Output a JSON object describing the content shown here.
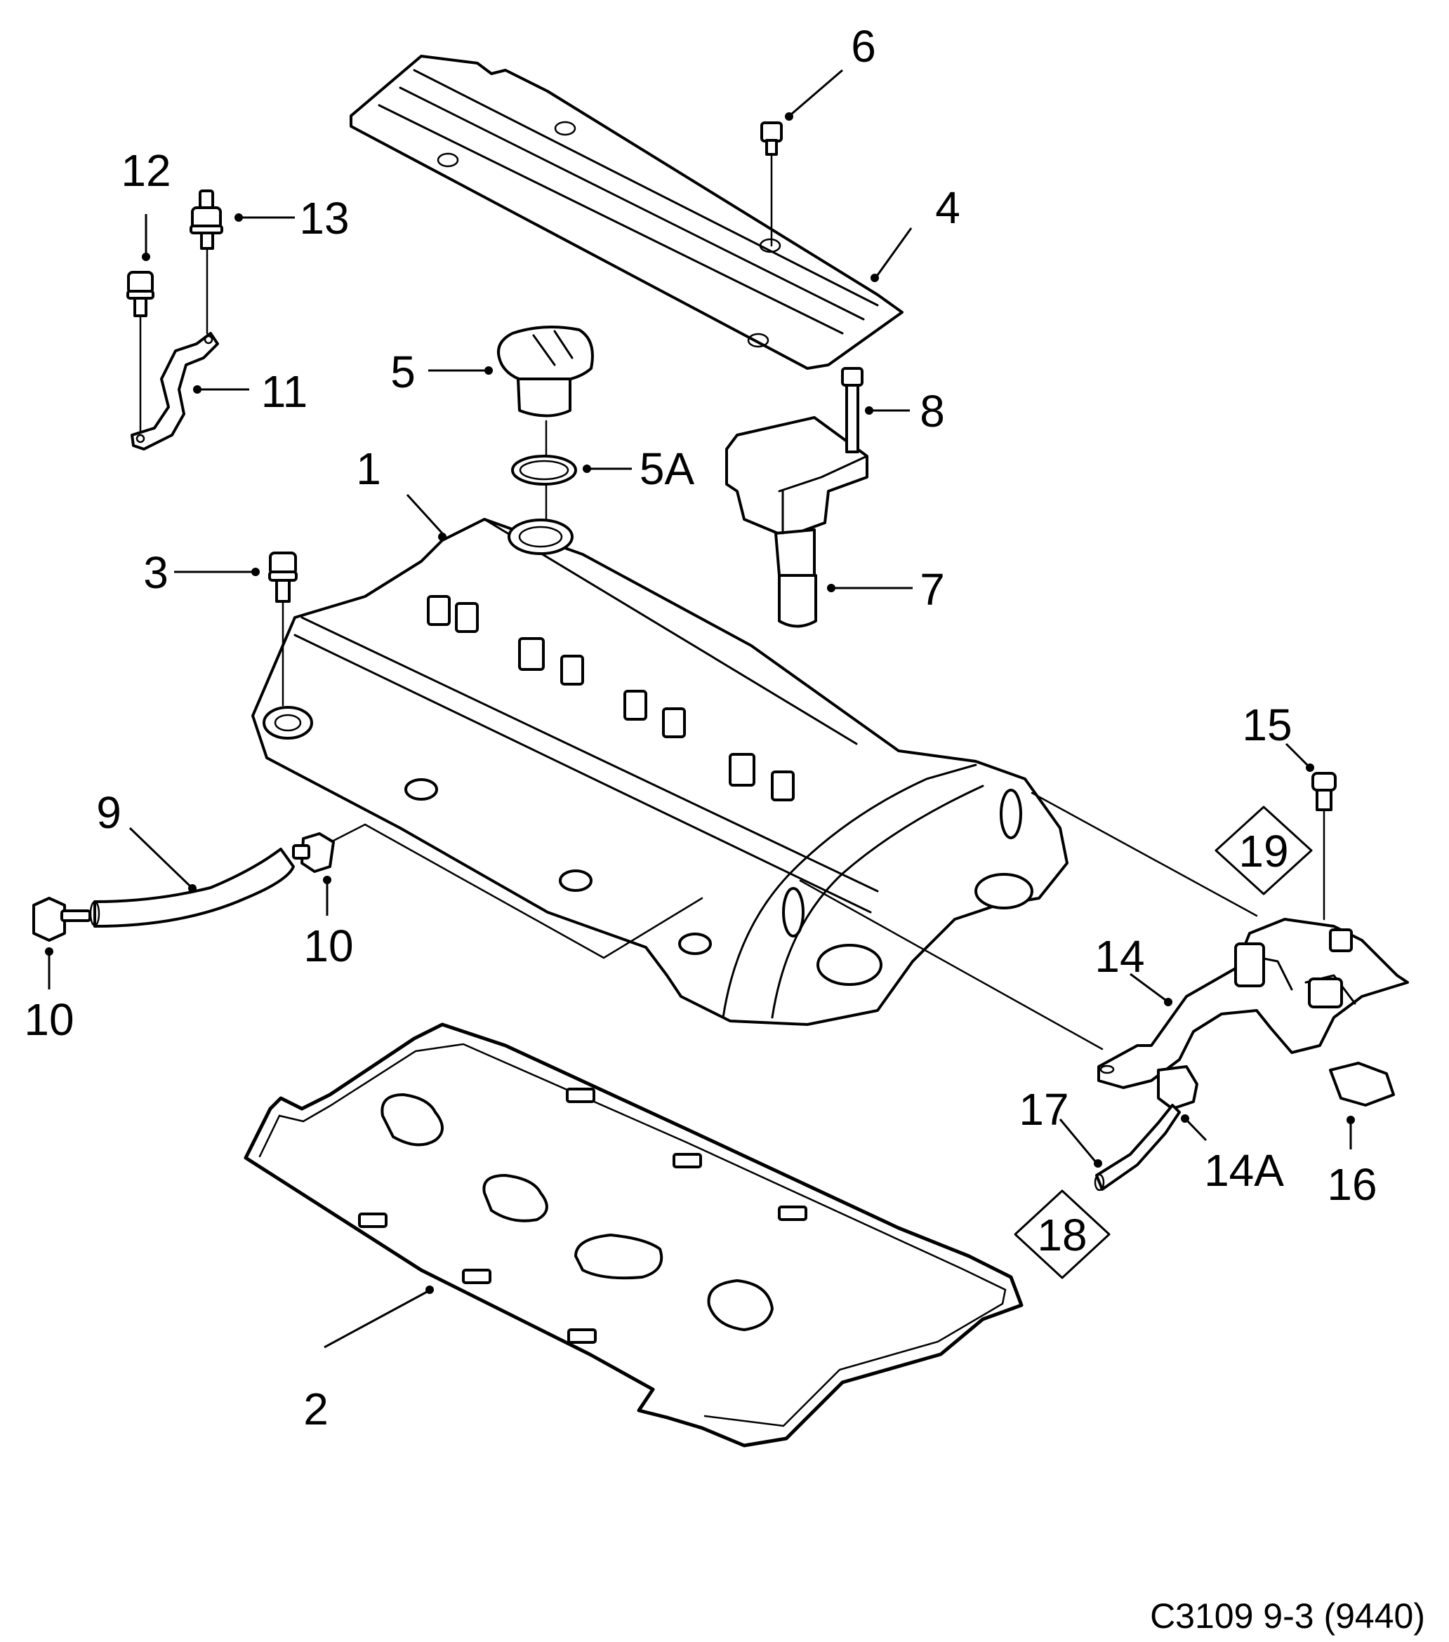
{
  "callouts": [
    {
      "label": "1"
    },
    {
      "label": "2"
    },
    {
      "label": "3"
    },
    {
      "label": "4"
    },
    {
      "label": "5"
    },
    {
      "label": "5A"
    },
    {
      "label": "6"
    },
    {
      "label": "7"
    },
    {
      "label": "8"
    },
    {
      "label": "9"
    },
    {
      "label": "10"
    },
    {
      "label": "10"
    },
    {
      "label": "11"
    },
    {
      "label": "12"
    },
    {
      "label": "13"
    },
    {
      "label": "14"
    },
    {
      "label": "14A"
    },
    {
      "label": "15"
    },
    {
      "label": "16"
    },
    {
      "label": "17"
    },
    {
      "label": "18"
    },
    {
      "label": "19"
    }
  ],
  "drawing_code": "C3109 9-3 (9440)"
}
